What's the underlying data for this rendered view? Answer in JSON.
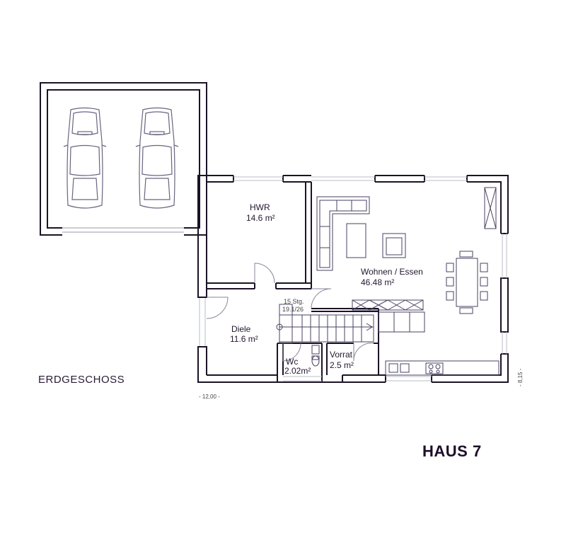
{
  "floor_label": "ERDGESCHOSS",
  "house_label": "HAUS 7",
  "rooms": {
    "hwr": {
      "name": "HWR",
      "area": "14.6 m²"
    },
    "wohnen": {
      "name": "Wohnen / Essen",
      "area": "46.48 m²"
    },
    "diele": {
      "name": "Diele",
      "area": "11.6 m²"
    },
    "wc": {
      "name": "Wc",
      "area": "2.02m²"
    },
    "vorrat": {
      "name": "Vorrat",
      "area": "2.5 m²"
    }
  },
  "stairs": {
    "steps": "15 Stg.",
    "ratio": "19.1/26"
  },
  "dimensions": {
    "width": "- 12,00 -",
    "depth": "- 8,15 -"
  },
  "colors": {
    "wall": "#1c1226",
    "line": "#5a5070",
    "window": "#b8bcc4"
  }
}
